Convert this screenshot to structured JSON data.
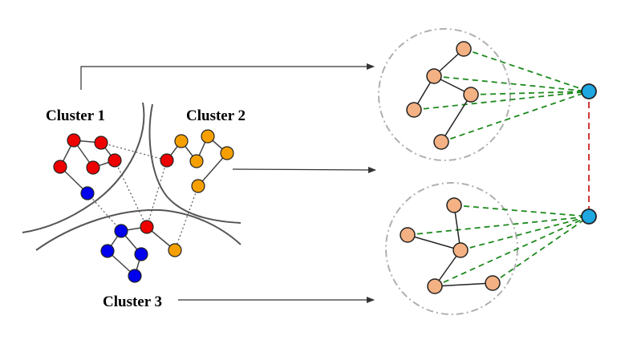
{
  "labels": {
    "cluster1": "Cluster 1",
    "cluster2": "Cluster 2",
    "cluster3": "Cluster 3"
  },
  "colors": {
    "red": "#ee0000",
    "orange": "#f5a000",
    "blue": "#0000ee",
    "peach": "#f4b183",
    "cyan": "#1ea7e1",
    "green_dash": "#1e8a1e",
    "red_dash": "#cc2222",
    "circle_gray": "#b0b0b0",
    "boundary": "#555555"
  }
}
